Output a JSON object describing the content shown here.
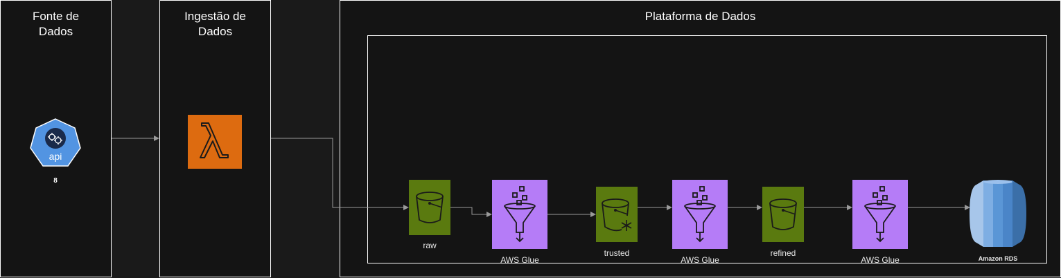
{
  "lanes": {
    "fonte": "Fonte de\nDados",
    "ingestao": "Ingestão de\nDados",
    "plataforma": "Plataforma de Dados"
  },
  "nodes": {
    "api": {
      "icon_text": "api",
      "caption": "8",
      "color": "#5294e2"
    },
    "lambda": {
      "color": "#dd6b10"
    },
    "raw": {
      "caption": "raw",
      "color": "#5a7a0f"
    },
    "glue1": {
      "caption": "AWS Glue",
      "color": "#b57cf7"
    },
    "trusted": {
      "caption": "trusted",
      "color": "#5a7a0f"
    },
    "glue2": {
      "caption": "AWS Glue",
      "color": "#b57cf7"
    },
    "refined": {
      "caption": "refined",
      "color": "#5a7a0f"
    },
    "glue3": {
      "caption": "AWS Glue",
      "color": "#b57cf7"
    },
    "rds": {
      "caption": "Amazon RDS",
      "color": "#4a90d9"
    }
  }
}
